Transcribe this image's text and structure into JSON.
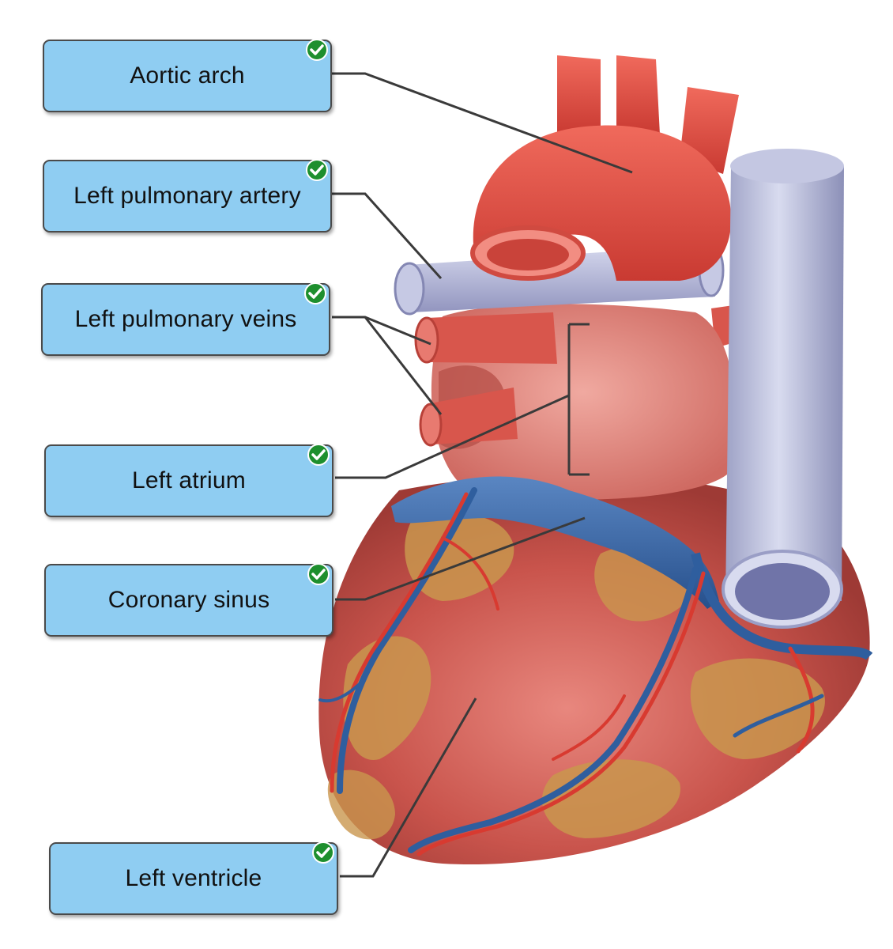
{
  "labels": [
    {
      "id": "aortic-arch",
      "text": "Aortic arch",
      "status": "correct"
    },
    {
      "id": "left-pulmonary-artery",
      "text": "Left pulmonary artery",
      "status": "correct"
    },
    {
      "id": "left-pulmonary-veins",
      "text": "Left pulmonary veins",
      "status": "correct"
    },
    {
      "id": "left-atrium",
      "text": "Left atrium",
      "status": "correct"
    },
    {
      "id": "coronary-sinus",
      "text": "Coronary sinus",
      "status": "correct"
    },
    {
      "id": "left-ventricle",
      "text": "Left ventricle",
      "status": "correct"
    }
  ],
  "colors": {
    "label_fill": "#8fcdf2",
    "label_border": "#4a4a4a",
    "check": "#1e8f2e",
    "leader_line": "#3a3a3a",
    "heart_muscle": "#c8504a",
    "fat": "#c9964e",
    "artery": "#e0463c",
    "vein": "#b9bdd8",
    "coronary_vein": "#3b6aa8"
  }
}
